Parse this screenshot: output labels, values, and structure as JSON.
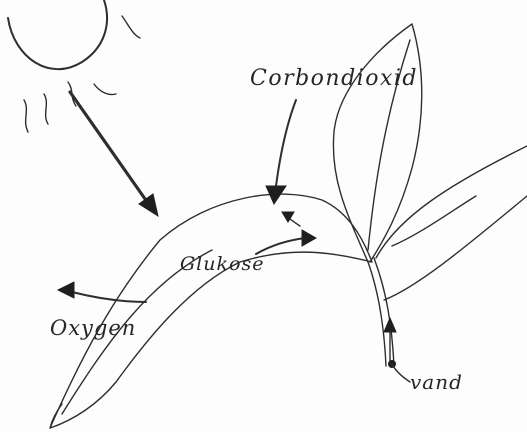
{
  "diagram": {
    "labels": {
      "carbon_dioxide": "Corbondioxid",
      "glucose": "Glukose",
      "oxygen": "Oxygen",
      "water": "vand"
    }
  }
}
